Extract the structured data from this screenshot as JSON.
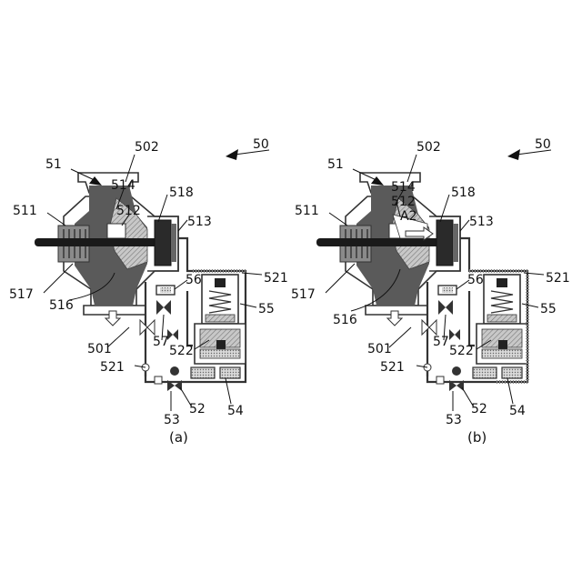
{
  "panels": [
    {
      "id": "a",
      "caption": "(a)",
      "labels": {
        "l50": "50",
        "l51": "51",
        "l502": "502",
        "l514": "514",
        "l518": "518",
        "l511": "511",
        "l512": "512",
        "l513": "513",
        "l521a": "521",
        "l56": "56",
        "l517": "517",
        "l516": "516",
        "l55": "55",
        "l501": "501",
        "l57": "57",
        "l522": "522",
        "l521b": "521",
        "l53": "53",
        "l52": "52",
        "l54": "54"
      }
    },
    {
      "id": "b",
      "caption": "(b)",
      "labels": {
        "l50": "50",
        "l51": "51",
        "l502": "502",
        "l514": "514",
        "l518": "518",
        "l511": "511",
        "l512": "512",
        "lA2": "A2",
        "l513": "513",
        "l521a": "521",
        "l56": "56",
        "l517": "517",
        "l516": "516",
        "l55": "55",
        "l501": "501",
        "l57": "57",
        "l522": "522",
        "l521b": "521",
        "l53": "53",
        "l52": "52",
        "l54": "54"
      }
    }
  ]
}
